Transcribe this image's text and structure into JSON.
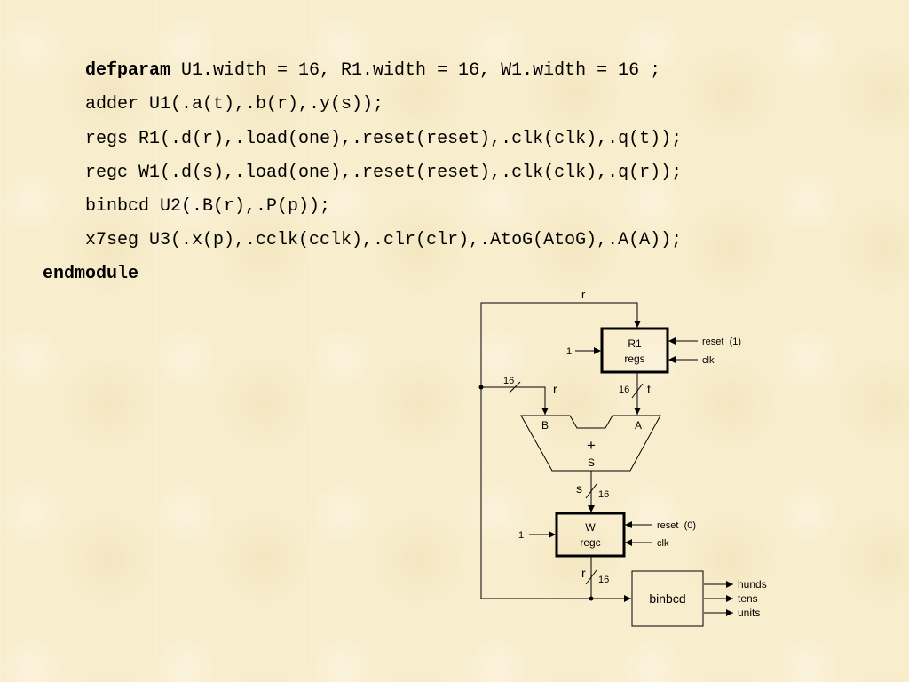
{
  "code": {
    "line1_keyword": "defparam",
    "line1_rest": " U1.width = 16, R1.width = 16, W1.width = 16 ;",
    "line2": "adder U1(.a(t),.b(r),.y(s));",
    "line3": "regs R1(.d(r),.load(one),.reset(reset),.clk(clk),.q(t));",
    "line4": "regc W1(.d(s),.load(one),.reset(reset),.clk(clk),.q(r));",
    "line5": "binbcd U2(.B(r),.P(p));",
    "line6": "x7seg U3(.x(p),.cclk(cclk),.clr(clr),.AtoG(AtoG),.A(A));",
    "endmodule": "endmodule"
  },
  "diagram": {
    "top_wire_label": "r",
    "r1_name": "R1",
    "r1_type": "regs",
    "r1_load": "1",
    "r1_reset": "reset  (1)",
    "r1_clk": "clk",
    "left_bus_width": "16",
    "left_bus_label": "r",
    "t_bus_width": "16",
    "t_bus_label": "t",
    "adder_in_b": "B",
    "adder_in_a": "A",
    "adder_op": "+",
    "adder_out": "S",
    "s_bus_label": "s",
    "s_bus_width": "16",
    "w1_name": "W",
    "w1_type": "regc",
    "w1_load": "1",
    "w1_reset": "reset  (0)",
    "w1_clk": "clk",
    "r_bus_label": "r",
    "r_bus_width": "16",
    "binbcd_label": "binbcd",
    "out_hunds": "hunds",
    "out_tens": "tens",
    "out_units": "units"
  }
}
